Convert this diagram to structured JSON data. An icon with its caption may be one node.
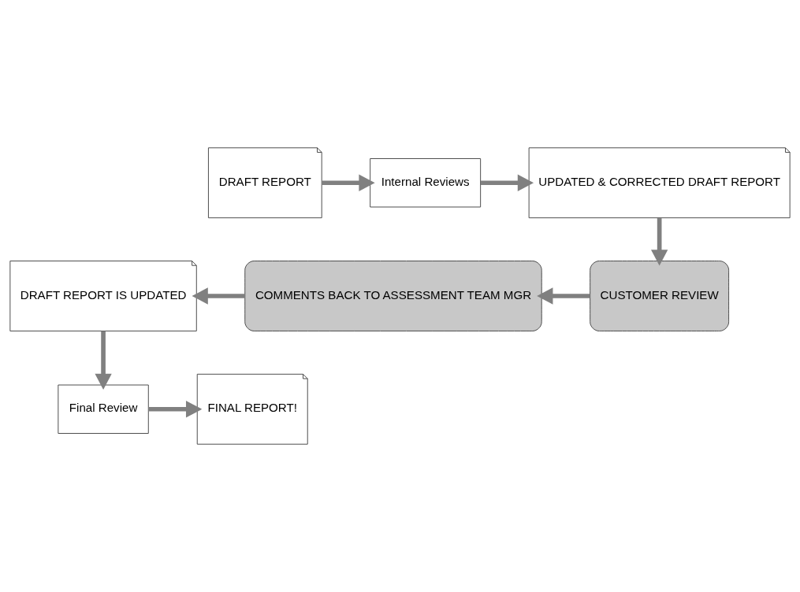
{
  "diagram": {
    "nodes": [
      {
        "text": [
          "DRAFT REPORT"
        ]
      },
      {
        "text": [
          "Internal Reviews"
        ]
      },
      {
        "text": [
          "UPDATED & CORRECTED DRAFT REPORT"
        ]
      },
      {
        "text": [
          "CUSTOMER REVIEW"
        ]
      },
      {
        "text": [
          "COMMENTS BACK TO ASSESSMENT TEAM MGR"
        ]
      },
      {
        "text": [
          "DRAFT REPORT IS UPDATED"
        ]
      },
      {
        "text": [
          "Final Review"
        ]
      },
      {
        "text": [
          "FINAL REPORT!"
        ]
      }
    ],
    "edges": [
      {
        "from": 0,
        "to": 1,
        "arrow": "to"
      },
      {
        "from": 1,
        "to": 2,
        "arrow": "to"
      },
      {
        "from": 2,
        "to": 3,
        "arrow": "to"
      },
      {
        "from": 3,
        "to": 4,
        "arrow": "to"
      },
      {
        "from": 4,
        "to": 5,
        "arrow": "to"
      },
      {
        "from": 5,
        "to": 6,
        "arrow": "to"
      },
      {
        "from": 6,
        "to": 7,
        "arrow": "to"
      }
    ]
  }
}
